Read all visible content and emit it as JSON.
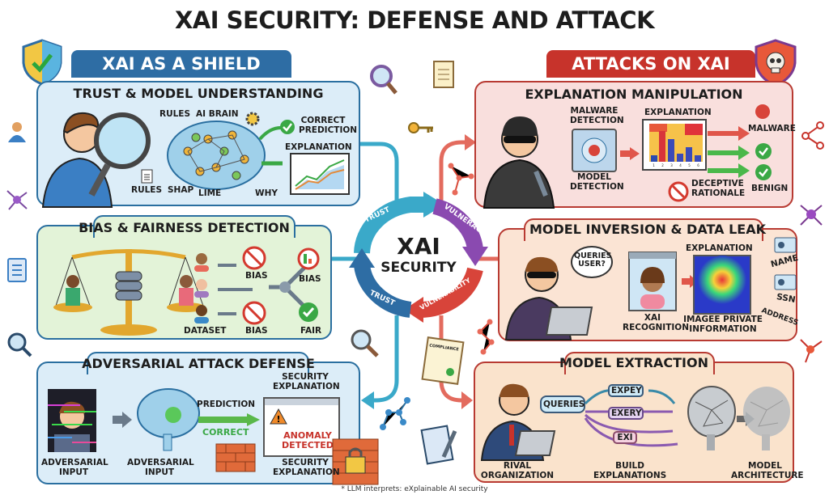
{
  "title": "XAI SECURITY: DEFENSE AND ATTACK",
  "footer": "* LLM interprets: eXplainable AI security",
  "colors": {
    "shield_blue": "#2e6da4",
    "attack_red": "#c7332b",
    "panel_blue": "#dcedf8",
    "panel_green": "#e3f3d8",
    "panel_pink": "#f9dfdd",
    "panel_peach": "#fbe4d4",
    "check_green": "#3aa845"
  },
  "left": {
    "banner": "XAI AS A SHIELD",
    "trust": {
      "title": "TRUST & MODEL UNDERSTANDING",
      "rules_top": "RULES",
      "ai_brain": "AI BRAIN",
      "correct_prediction": "CORRECT PREDICTION",
      "explanation": "EXPLANATION",
      "rules": "RULES",
      "shap": "SHAP",
      "lime": "LIME",
      "why": "WHY"
    },
    "bias": {
      "title": "BIAS & FAIRNESS DETECTION",
      "bias1": "BIAS",
      "bias2": "BIAS",
      "bias3": "BIAS",
      "dataset": "DATASET",
      "fair": "FAIR"
    },
    "adversarial": {
      "title": "ADVERSARIAL ATTACK DEFENSE",
      "input1": "ADVERSARIAL INPUT",
      "input2": "ADVERSARIAL INPUT",
      "prediction": "PREDICTION",
      "correct": "CORRECT",
      "security_top": "SECURITY EXPLANATION",
      "anomaly": "ANOMALY DETECTED",
      "security_bottom": "SECURITY EXPLANATION"
    }
  },
  "center": {
    "xai": "XAI",
    "security": "SECURITY",
    "trust_top": "TRUST",
    "vulneracy": "VULNERACY",
    "vulnerability": "VULNERABILITY",
    "trust_bottom": "TRUST",
    "compliance": "COMPLIANCE"
  },
  "right": {
    "banner": "ATTACKS ON XAI",
    "manipulation": {
      "title": "EXPLANATION MANIPULATION",
      "malware_detection": "MALWARE DETECTION",
      "model_detection": "MODEL DETECTION",
      "explanation": "EXPLANATION",
      "malware": "MALWARE",
      "benign": "BENIGN",
      "deceptive": "DECEPTIVE RATIONALE",
      "axis_x": [
        "1",
        "2",
        "3",
        "4",
        "5",
        "6"
      ]
    },
    "inversion": {
      "title": "MODEL INVERSION & DATA LEAK",
      "queries": "QUERIES USER?",
      "xai_recognition": "XAI RECOGNITION",
      "explanation": "EXPLANATION",
      "private": "IMAGEE PRIVATE INFORMATION",
      "name": "NAME",
      "ssn": "SSN",
      "address": "ADDRESS"
    },
    "extraction": {
      "title": "MODEL EXTRACTION",
      "queries": "QUERIES",
      "expey": "EXPEY",
      "exery": "EXERY",
      "exi": "EXI",
      "rival": "RIVAL ORGANIZATION",
      "build": "BUILD EXPLANATIONS",
      "architecture": "MODEL ARCHITECTURE"
    }
  }
}
